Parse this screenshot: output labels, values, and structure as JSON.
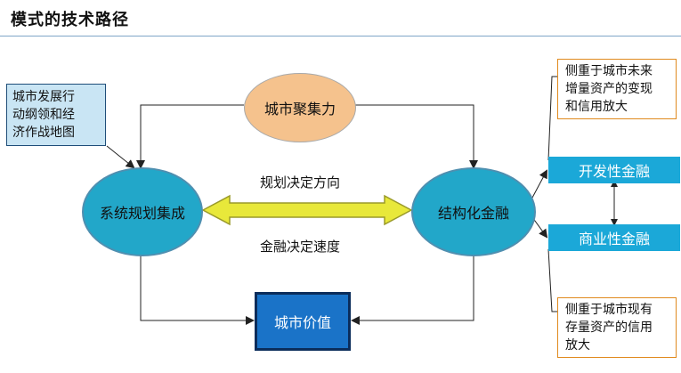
{
  "header": {
    "title": "模式的技术路径"
  },
  "left_note": {
    "lines": [
      "城市发展行",
      "动纲领和经",
      "济作战地图"
    ]
  },
  "nodes": {
    "top": "城市聚集力",
    "left": "系统规划集成",
    "right": "结构化金融",
    "bottom": "城市价值"
  },
  "center": {
    "upper_label": "规划决定方向",
    "lower_label": "金融决定速度"
  },
  "right_panel": {
    "top_note": [
      "侧重于城市未来",
      "增量资产的变现",
      "和信用放大"
    ],
    "bar_top": "开发性金融",
    "bar_bottom": "商业性金融",
    "bottom_note": [
      "侧重于城市现有",
      "存量资产的信用",
      "放大"
    ]
  },
  "colors": {
    "oval_orange": "#f5c28d",
    "oval_teal": "#22a7c9",
    "value_box": "#1a73c8",
    "fin_bar": "#1ba8d8",
    "arrow_fill": "#e8e83a",
    "note_border": "#e08a1e"
  }
}
